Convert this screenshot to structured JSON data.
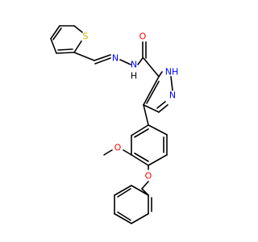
{
  "diagram": {
    "type": "chemical-structure",
    "atom_labels": {
      "S": "S",
      "N_hydrazone_1": "N",
      "NH_amide": "N",
      "H_amide": "H",
      "O_carbonyl": "O",
      "NH_pyrazole": "NH",
      "N_pyrazole": "N",
      "O_methoxy": "O",
      "O_benzyloxy": "O"
    },
    "colors": {
      "bond": "#000000",
      "S": "#b8b800",
      "N": "#0000ff",
      "O": "#ff0000",
      "H": "#000000"
    }
  }
}
